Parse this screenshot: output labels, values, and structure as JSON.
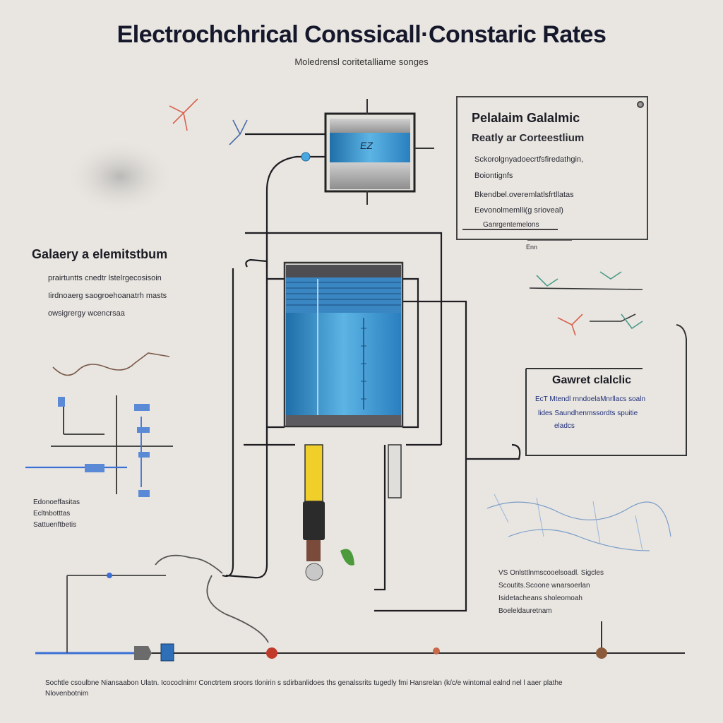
{
  "title": "Electrochchrical Conssicall·Constaric Rates",
  "subtitle": "Moledrensl coritetalliame songes",
  "panel_top_right": {
    "heading": "Pelalaim Galalmic",
    "subheading": "Reatly ar Corteestlium",
    "items": [
      "Sckorolgnyadoecrtfsfiredathgin,",
      "Boiontignfs",
      "Bkendbel.overemlatlsfrtllatas",
      "Eevonolmemlli(g srioveal)"
    ],
    "note": "Ganrgentemelons",
    "tag": "Enn"
  },
  "panel_left": {
    "heading": "Galaery a elemitstbum",
    "items": [
      "prairtuntts cnedtr lstelrgecosisoin",
      "Iirdnoaerg saogroehoanatrh masts",
      "owsigrergy wcencrsaa"
    ]
  },
  "left_notes": [
    "Edonoeffasitas",
    "Ecltnbotttas",
    "Sattuenftbetis"
  ],
  "panel_mid_right": {
    "heading": "Gawret clalclic",
    "items": [
      "EcT Mtendl rnndoelaMnrllacs soaln",
      "lides Saundhenmssordts spuitie",
      "eladcs"
    ]
  },
  "right_notes": [
    "VS Onlsttlnmscooelsoadl. Sigcles",
    "Scoutits.Scoone wnarsoerlan",
    "Isidetacheans sholeomoah",
    "Boeleldauretnam"
  ],
  "footer": [
    "Sochtle csoulbne Niansaabon Ulatn.  Icococlnimr  Conctrtem sroors tlonirin  s  sdirbanlidoes  ths genalssrits tugedly fmi Hansrelan (k/c/e  wintomal ealnd nel l aaer plathe",
    "Nlovenbotnim"
  ],
  "cell_label": "EZ",
  "colors": {
    "background": "#e9e6e1",
    "electrolyte_blue": "#4fa2d6",
    "wire": "#1d1d22",
    "rod_yellow": "#f0cf2a",
    "accent_red": "#c0392b",
    "accent_blue": "#3a6fd6"
  },
  "icons": [
    "electrochemical-cell-icon",
    "small-cell-icon",
    "electrode-probe-icon",
    "leaf-icon",
    "molecule-icon",
    "circuit-icon",
    "resistor-icon",
    "capacitor-icon"
  ]
}
